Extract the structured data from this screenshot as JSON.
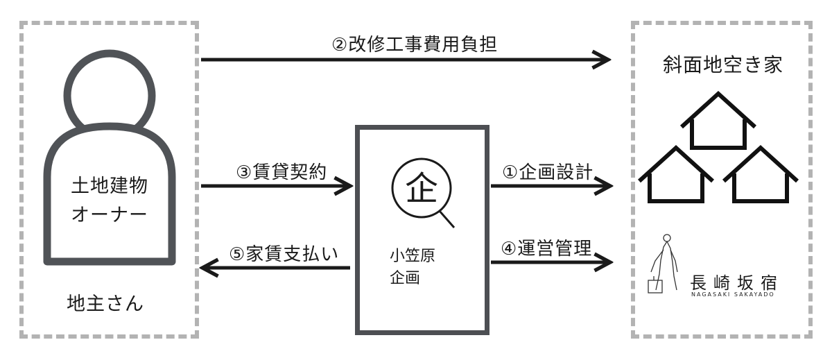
{
  "left_panel": {
    "person_label": [
      "土地建物",
      "オーナー"
    ],
    "caption": "地主さん"
  },
  "center_panel": {
    "logo_char": "企",
    "company_name": [
      "小笠原",
      "企画"
    ]
  },
  "right_panel": {
    "title": "斜面地空き家",
    "brand_ja": "長崎坂宿",
    "brand_en": "NAGASAKI SAKAYADO"
  },
  "arrows": {
    "renovation": "②改修工事費用負担",
    "lease": "③賃貸契約",
    "rent": "⑤家賃支払い",
    "planning": "①企画設計",
    "operation": "④運営管理"
  }
}
